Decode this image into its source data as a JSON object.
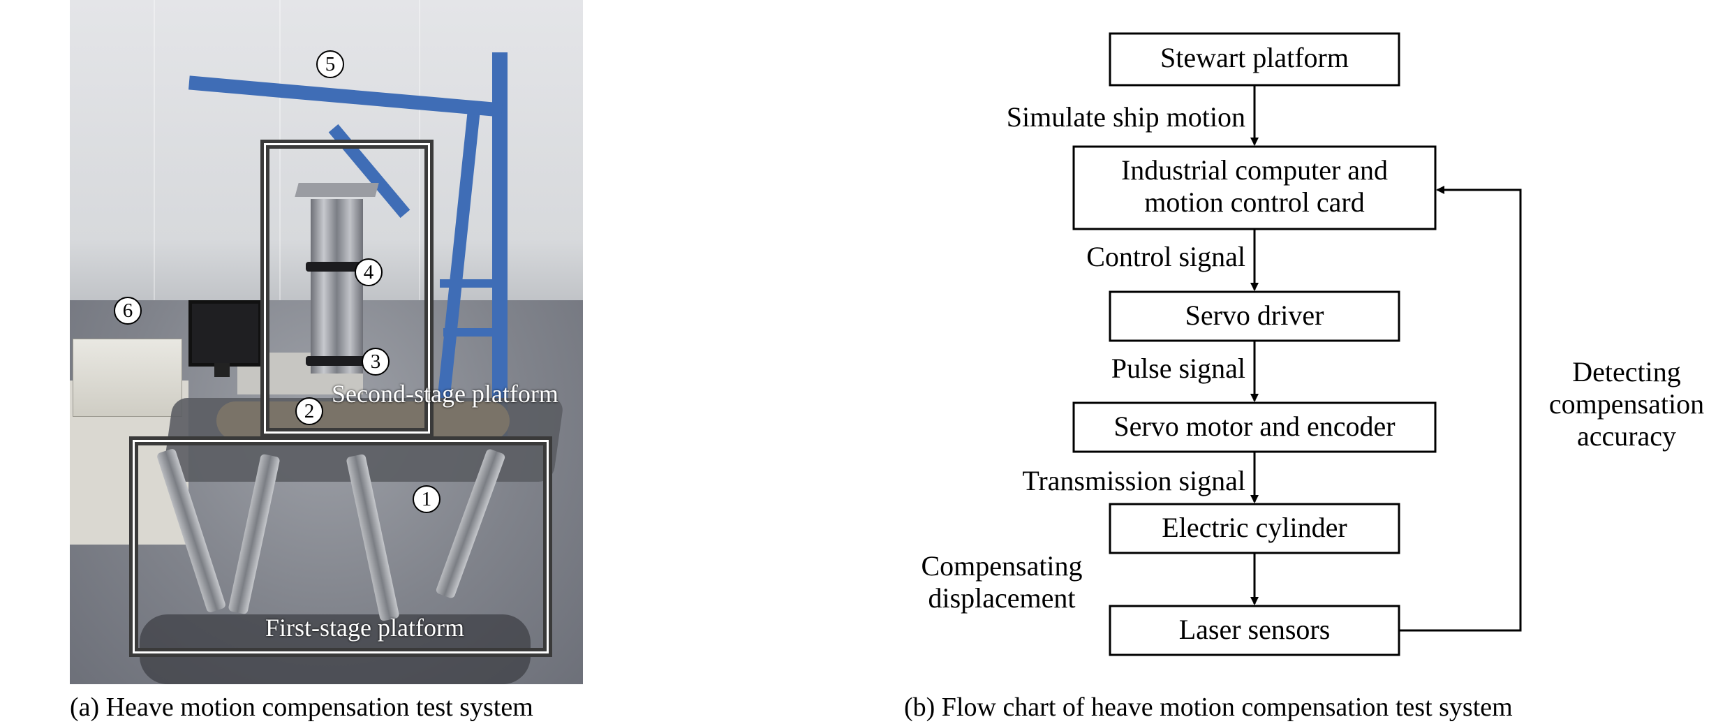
{
  "panel_a": {
    "caption": "(a) Heave motion compensation test system",
    "regions": {
      "second_stage": "Second-stage platform",
      "first_stage": "First-stage platform"
    },
    "markers": [
      "1",
      "2",
      "3",
      "4",
      "5",
      "6"
    ]
  },
  "panel_b": {
    "caption": "(b) Flow chart of heave motion compensation test system",
    "nodes": {
      "stewart": "Stewart platform",
      "industrial_1": "Industrial computer and",
      "industrial_2": "motion control card",
      "servo_driver": "Servo driver",
      "servo_motor": "Servo motor and encoder",
      "cylinder": "Electric cylinder",
      "laser": "Laser sensors"
    },
    "edges": {
      "simulate": "Simulate ship motion",
      "control": "Control signal",
      "pulse": "Pulse signal",
      "transmission": "Transmission signal",
      "compensating_1": "Compensating",
      "compensating_2": "displacement",
      "feedback_1": "Detecting",
      "feedback_2": "compensation",
      "feedback_3": "accuracy"
    }
  }
}
